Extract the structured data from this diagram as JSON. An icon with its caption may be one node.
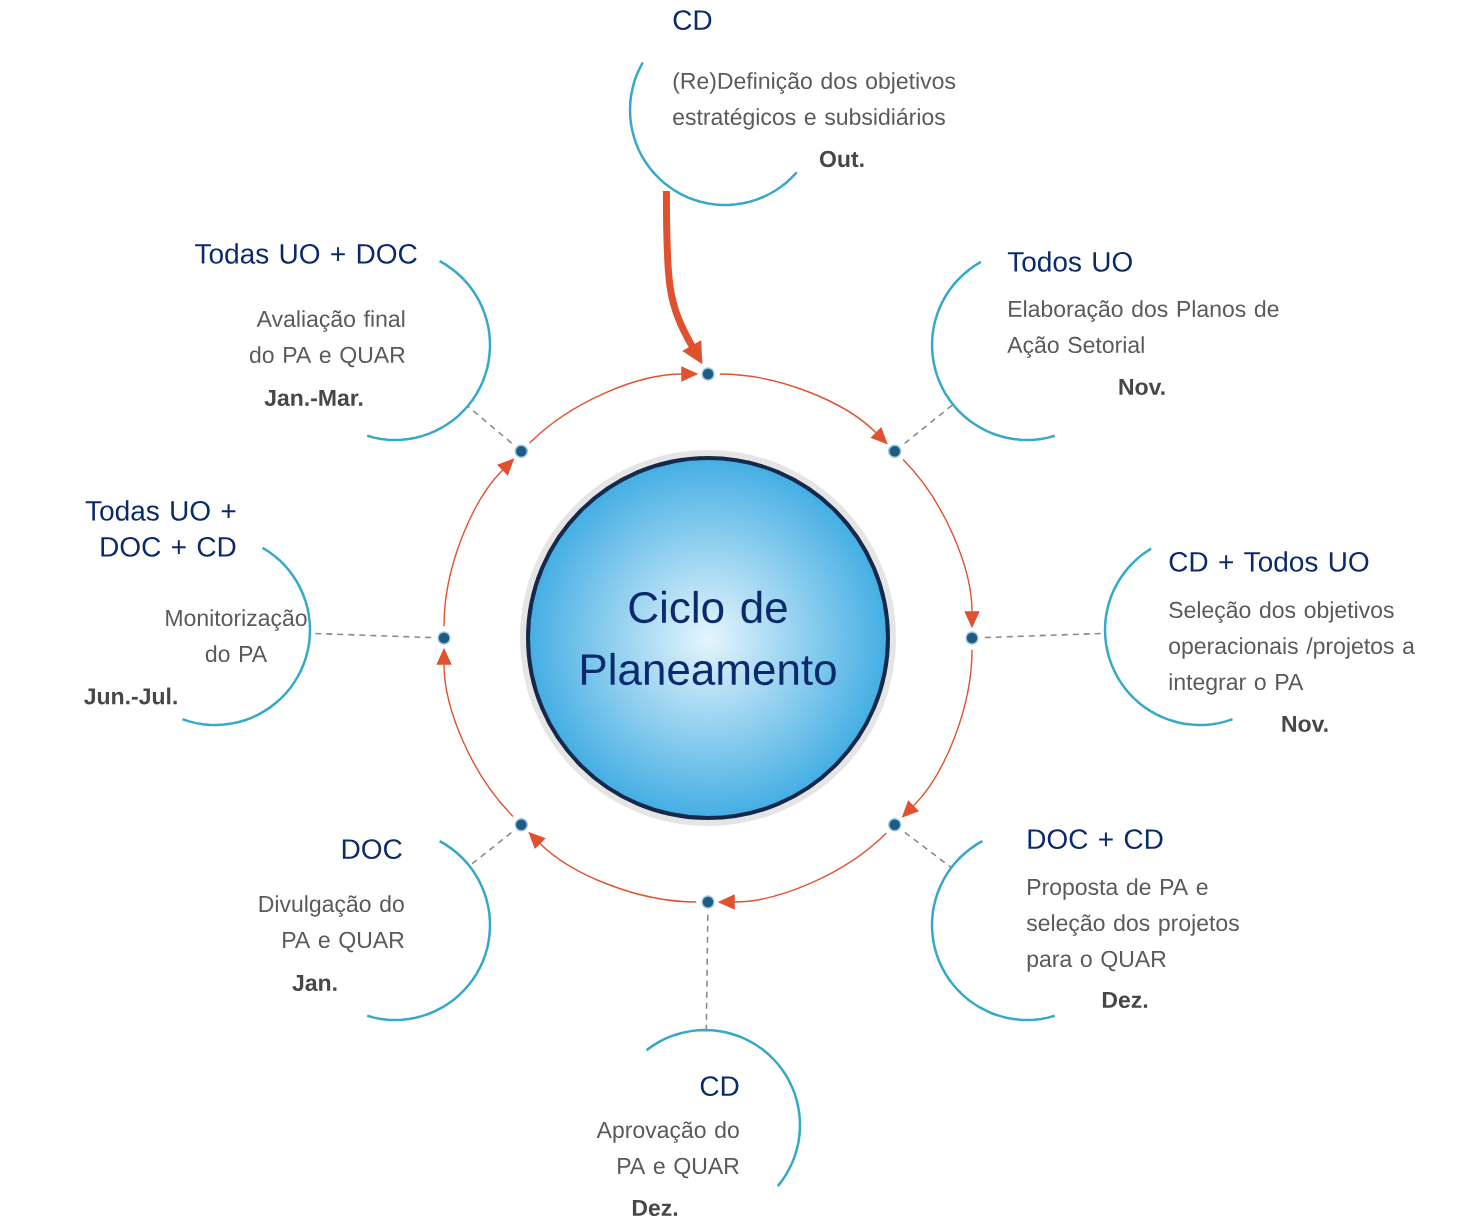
{
  "diagram": {
    "nodes": [
      {
        "text": [
          "Ciclo de Planeamento"
        ]
      },
      {
        "text": [],
        "shape": "circle"
      },
      {
        "text": [],
        "shape": "circle"
      },
      {
        "text": [],
        "shape": "circle"
      },
      {
        "text": [],
        "shape": "circle"
      },
      {
        "text": [],
        "shape": "circle"
      },
      {
        "text": [],
        "shape": "circle"
      },
      {
        "text": [],
        "shape": "circle"
      },
      {
        "text": [],
        "shape": "circle"
      },
      {
        "text": [
          "CD",
          "(Re)Definição dos objetivos estratégicos e subsidiários",
          "Out."
        ]
      },
      {
        "text": [
          "Todos UO",
          "Elaboração dos Planos de Ação Setorial",
          "Nov."
        ]
      },
      {
        "text": [
          "CD + Todos UO",
          "Seleção dos objetivos operacionais /projetos a integrar o PA",
          "Nov."
        ]
      },
      {
        "text": [
          "DOC + CD",
          "Proposta de PA e seleção dos projetos para o QUAR",
          "Dez."
        ]
      },
      {
        "text": [
          "CD",
          "Aprovação do PA e QUAR",
          "Dez."
        ]
      },
      {
        "text": [
          "DOC",
          "Divulgação do PA e QUAR",
          "Jan."
        ]
      },
      {
        "text": [
          "Todas UO + DOC + CD",
          "Monitorização do PA",
          "Jun.-Jul."
        ]
      },
      {
        "text": [
          "Todas UO + DOC",
          "Avaliação final do PA e QUAR",
          "Jan.-Mar."
        ]
      }
    ],
    "edges": [
      {
        "from": 1,
        "to": 2,
        "arrow": "to"
      },
      {
        "from": 2,
        "to": 3,
        "arrow": "to"
      },
      {
        "from": 3,
        "to": 4,
        "arrow": "to"
      },
      {
        "from": 4,
        "to": 5,
        "arrow": "to"
      },
      {
        "from": 5,
        "to": 6,
        "arrow": "to"
      },
      {
        "from": 6,
        "to": 7,
        "arrow": "to"
      },
      {
        "from": 7,
        "to": 8,
        "arrow": "to"
      },
      {
        "from": 8,
        "to": 1,
        "arrow": "to"
      },
      {
        "from": 9,
        "to": 1,
        "arrow": "to",
        "style": "thick"
      },
      {
        "from": 2,
        "to": 10,
        "arrow": "none",
        "style": "dashed",
        "color": "#8a8a8a"
      },
      {
        "from": 3,
        "to": 11,
        "arrow": "none",
        "style": "dashed",
        "color": "#8a8a8a"
      },
      {
        "from": 4,
        "to": 12,
        "arrow": "none",
        "style": "dashed",
        "color": "#8a8a8a"
      },
      {
        "from": 5,
        "to": 13,
        "arrow": "none",
        "style": "dashed",
        "color": "#8a8a8a"
      },
      {
        "from": 6,
        "to": 14,
        "arrow": "none",
        "style": "dashed",
        "color": "#8a8a8a"
      },
      {
        "from": 7,
        "to": 15,
        "arrow": "none",
        "style": "dashed",
        "color": "#8a8a8a"
      },
      {
        "from": 8,
        "to": 16,
        "arrow": "none",
        "style": "dashed",
        "color": "#8a8a8a"
      }
    ]
  }
}
